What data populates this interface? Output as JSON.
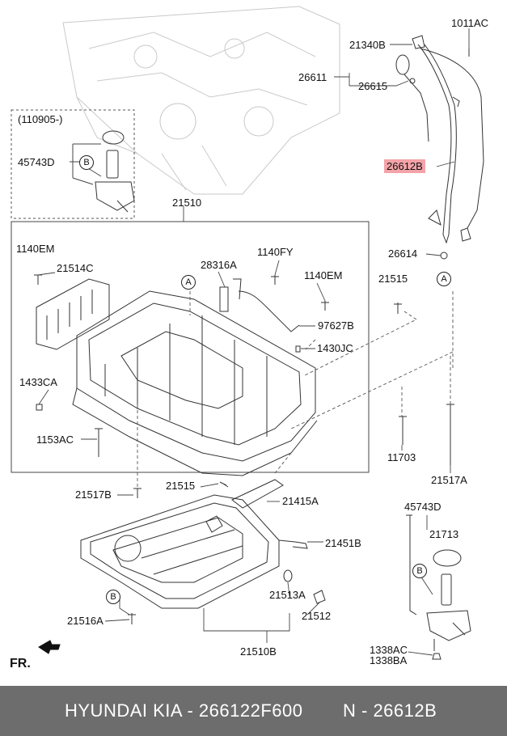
{
  "inset_box": {
    "date_label": "(110905-)",
    "part_label": "45743D",
    "ref_letter": "B"
  },
  "assembly_box_label": "21510",
  "labels": {
    "p1011AC": "1011AC",
    "p21340B": "21340B",
    "p26611": "26611",
    "p26615": "26615",
    "p26612B": "26612B",
    "p26614": "26614",
    "p21515_right": "21515",
    "p1140EM_left": "1140EM",
    "p21514C": "21514C",
    "p28316A": "28316A",
    "p1140FY": "1140FY",
    "p1140EM_right": "1140EM",
    "p97627B": "97627B",
    "p1430JC": "1430JC",
    "p1433CA": "1433CA",
    "p1153AC": "1153AC",
    "p11703": "11703",
    "p21517A": "21517A",
    "p21517B": "21517B",
    "p21515_mid": "21515",
    "p21415A": "21415A",
    "p21451B": "21451B",
    "p21513A": "21513A",
    "p21512": "21512",
    "p21516A": "21516A",
    "p21510B": "21510B",
    "p45743D": "45743D",
    "p21713": "21713",
    "p1338AC": "1338AC",
    "p1338BA": "1338BA"
  },
  "callouts": {
    "a_right": "A",
    "a_pan": "A",
    "b_pan": "B",
    "b_sensor": "B"
  },
  "fr_label": "FR.",
  "highlight_color": "#f4a3a8",
  "footer": {
    "brand": "HYUNDAI  KIA - 266122F600",
    "number": "N - 26612B"
  }
}
